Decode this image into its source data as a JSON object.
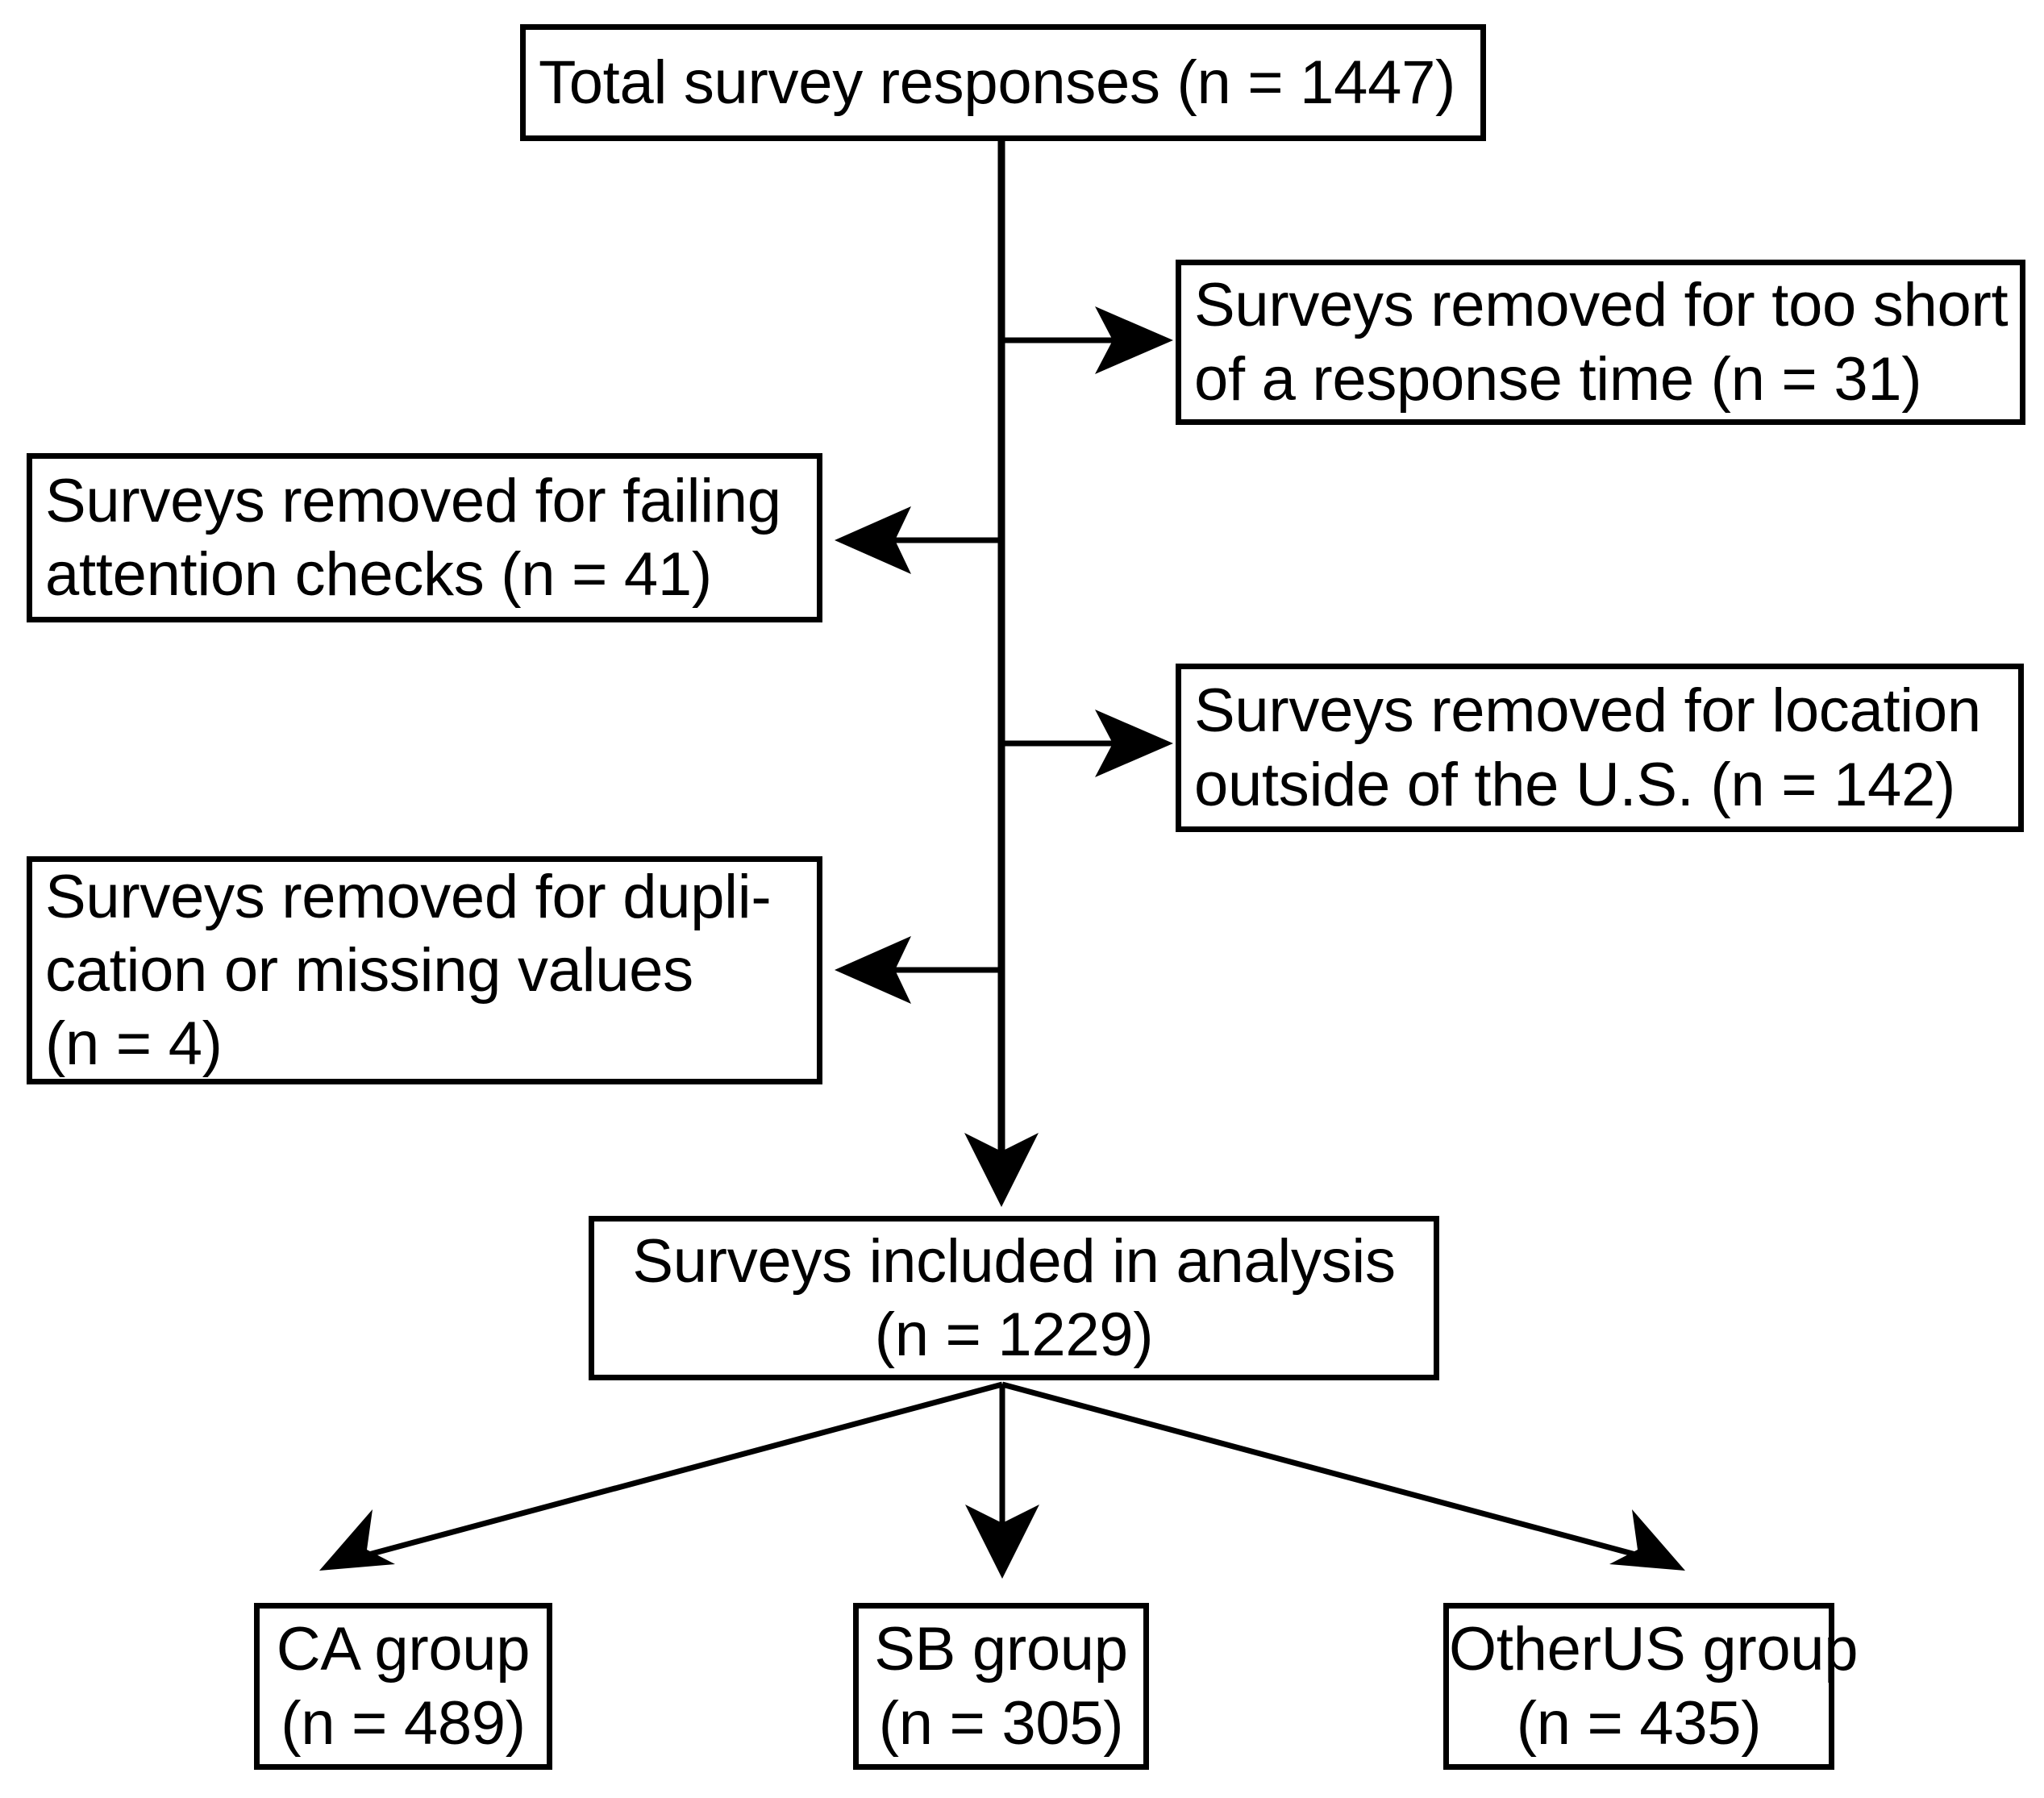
{
  "diagram": {
    "title": "Survey response CONSORT-style flow diagram",
    "type": "flowchart",
    "nodes": {
      "total": {
        "id": "total-survey-responses",
        "lines": [
          "Total survey responses (n = 1447)"
        ],
        "n": 1447
      },
      "removed_time": {
        "id": "removed-short-response-time",
        "lines": [
          "Surveys removed for too short",
          "of a response time (n = 31)"
        ],
        "n": 31
      },
      "removed_attention": {
        "id": "removed-failing-attention-checks",
        "lines": [
          "Surveys removed for failing",
          "attention checks (n = 41)"
        ],
        "n": 41
      },
      "removed_location": {
        "id": "removed-location-outside-us",
        "lines": [
          "Surveys removed for location",
          "outside of the U.S. (n = 142)"
        ],
        "n": 142
      },
      "removed_duplication": {
        "id": "removed-duplication-missing-values",
        "lines": [
          "Surveys removed for dupli-",
          "cation or missing values",
          "(n = 4)"
        ],
        "n": 4
      },
      "included": {
        "id": "surveys-included-in-analysis",
        "lines": [
          "Surveys included in analysis",
          "(n = 1229)"
        ],
        "n": 1229
      },
      "group_ca": {
        "id": "ca-group",
        "lines": [
          "CA group",
          "(n = 489)"
        ],
        "n": 489
      },
      "group_sb": {
        "id": "sb-group",
        "lines": [
          "SB group",
          "(n = 305)"
        ],
        "n": 305
      },
      "group_otherus": {
        "id": "otherus-group",
        "lines": [
          "OtherUS group",
          "(n = 435)"
        ],
        "n": 435
      }
    },
    "colors": {
      "stroke": "#000000",
      "fill": "#ffffff",
      "text": "#000000"
    }
  }
}
